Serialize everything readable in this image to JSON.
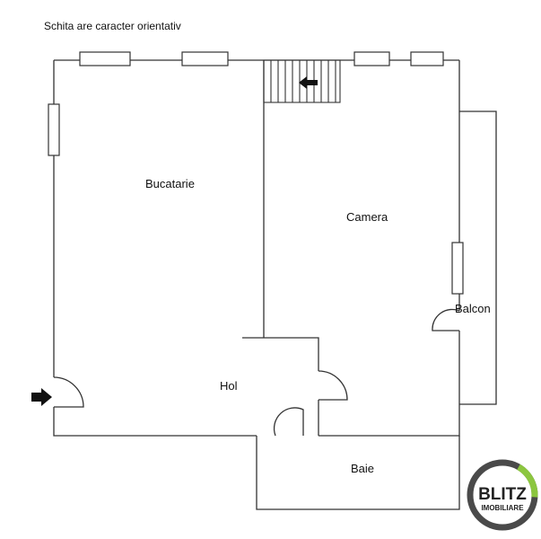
{
  "note": "Schita are caracter orientativ",
  "rooms": {
    "bucatarie": "Bucatarie",
    "camera": "Camera",
    "balcon": "Balcon",
    "hol": "Hol",
    "baie": "Baie"
  },
  "logo": {
    "line1": "BLITZ",
    "line2": "IMOBILIARE",
    "ring_color": "#4a4a4a",
    "accent_color": "#8cc63f"
  },
  "colors": {
    "wall": "#333333",
    "background": "#ffffff"
  }
}
